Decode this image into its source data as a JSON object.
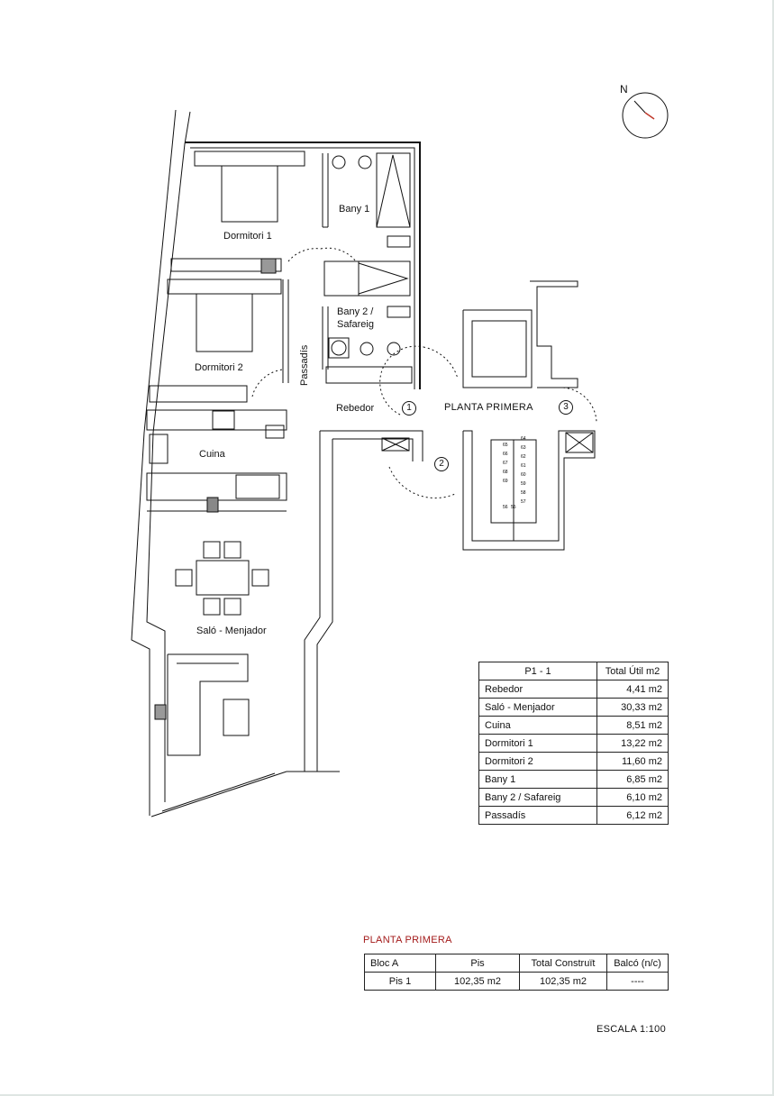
{
  "compass": {
    "label": "N"
  },
  "rooms": {
    "dormitori1": "Dormitori 1",
    "dormitori2": "Dormitori 2",
    "bany1": "Bany 1",
    "bany2_line1": "Bany 2 /",
    "bany2_line2": "Safareig",
    "passadis": "Passadís",
    "rebedor": "Rebedor",
    "cuina": "Cuina",
    "salo": "Saló - Menjador"
  },
  "plan_title": "PLANTA PRIMERA",
  "door_numbers": [
    "1",
    "2",
    "3"
  ],
  "stair_numbers": [
    "64",
    "63",
    "62",
    "61",
    "60",
    "59",
    "58",
    "57",
    "56",
    "55",
    "65",
    "66",
    "67",
    "68",
    "69"
  ],
  "summary_table": {
    "headers": [
      "P1 - 1",
      "Total Útil m2"
    ],
    "rows": [
      [
        "Rebedor",
        "4,41 m2"
      ],
      [
        "Saló - Menjador",
        "30,33 m2"
      ],
      [
        "Cuina",
        "8,51 m2"
      ],
      [
        "Dormitori 1",
        "13,22 m2"
      ],
      [
        "Dormitori 2",
        "11,60 m2"
      ],
      [
        "Bany 1",
        "6,85 m2"
      ],
      [
        "Bany 2 / Safareig",
        "6,10 m2"
      ],
      [
        "Passadís",
        "6,12 m2"
      ]
    ]
  },
  "bloc_caption": "PLANTA PRIMERA",
  "bloc_table": {
    "headers": [
      "Bloc A",
      "Pis",
      "Total Construït",
      "Balcó (n/c)"
    ],
    "row": [
      "Pis 1",
      "102,35 m2",
      "102,35 m2",
      "----"
    ]
  },
  "scale": "ESCALA 1:100"
}
